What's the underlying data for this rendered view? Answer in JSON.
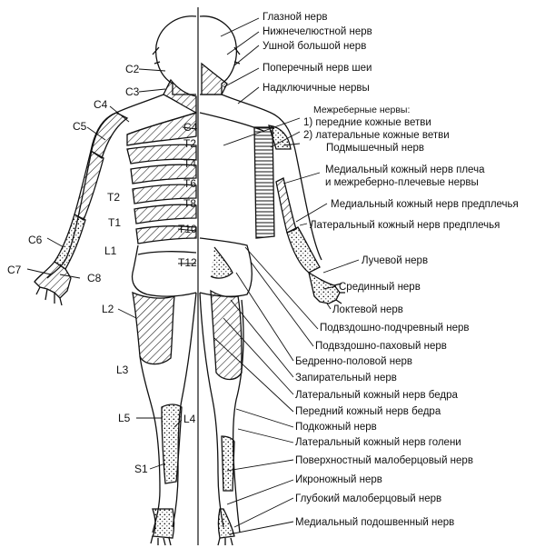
{
  "segment_labels": {
    "C2": "C2",
    "C3": "C3",
    "C4_shoulder": "C4",
    "C5": "C5",
    "C4_mid": "C4",
    "T2_mid": "T2",
    "T4": "T4",
    "T6": "T6",
    "T2_arm": "T2",
    "T8": "T8",
    "T1": "T1",
    "T10": "T10",
    "C6": "C6",
    "L1": "L1",
    "T12": "T12",
    "C7": "C7",
    "C8": "C8",
    "L2": "L2",
    "L3": "L3",
    "L5": "L5",
    "L4": "L4",
    "S1": "S1"
  },
  "nerve_labels": [
    "Глазной нерв",
    "Нижнечелюстной нерв",
    "Ушной большой нерв",
    "Поперечный нерв шеи",
    "Надключичные нервы",
    "Межреберные нервы:",
    "1) передние кожные ветви",
    "2) латеральные кожные ветви",
    "Подмышечный нерв",
    "Медиальный кожный нерв плеча",
    "и межреберно-плечевые нервы",
    "Медиальный кожный нерв предплечья",
    "Латеральный кожный нерв предплечья",
    "Лучевой нерв",
    "Срединный нерв",
    "Локтевой нерв",
    "Подвздошно-подчревный нерв",
    "Подвздошно-паховый нерв",
    "Бедренно-половой нерв",
    "Запирательный нерв",
    "Латеральный кожный нерв бедра",
    "Передний кожный нерв бедра",
    "Подкожный нерв",
    "Латеральный кожный нерв голени",
    "Поверхностный малоберцовый нерв",
    "Икроножный нерв",
    "Глубокий малоберцовый нерв",
    "Медиальный подошвенный нерв"
  ]
}
